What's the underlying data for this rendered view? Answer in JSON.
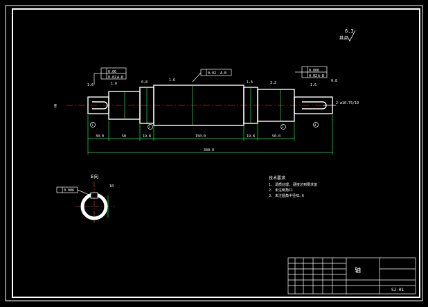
{
  "title_block": {
    "part_name": "轴",
    "drawing_no": "SJ-01"
  },
  "view": {
    "section_label": "E向",
    "cut_marker": "E"
  },
  "surface_finish": {
    "default_roughness": "6.3",
    "default_prefix": "其余"
  },
  "technical_requirements": {
    "heading": "技术要求",
    "lines": [
      "1. 调质处理, 硬度达到要求值",
      "2. 未注倒角C1",
      "3. 未注圆角半径R1.6"
    ]
  },
  "tolerances": {
    "left_journal": {
      "runout": "0.06",
      "cylindricity": "0.02",
      "datum": "A-B"
    },
    "middle": {
      "runout": "0.02",
      "datum": "A-B"
    },
    "right_journal": {
      "cylindricity": "0.006",
      "runout": "0.02",
      "datum": "A-B"
    },
    "keyway": {
      "symmetry": "0.006"
    }
  },
  "dimensions": {
    "segment_lengths": [
      "30.0",
      "50",
      "19.8",
      "150.0",
      "19.8",
      "50.0"
    ],
    "overall": "340.0",
    "right_callout": "2-ø10.75/19",
    "key_width": "10"
  },
  "roughness_marks": [
    "1.6",
    "1.6",
    "0.8",
    "1.6",
    "1.6",
    "3.2",
    "1.6",
    "0.8"
  ],
  "datum_circles": [
    "1",
    "2",
    "3",
    "4"
  ]
}
